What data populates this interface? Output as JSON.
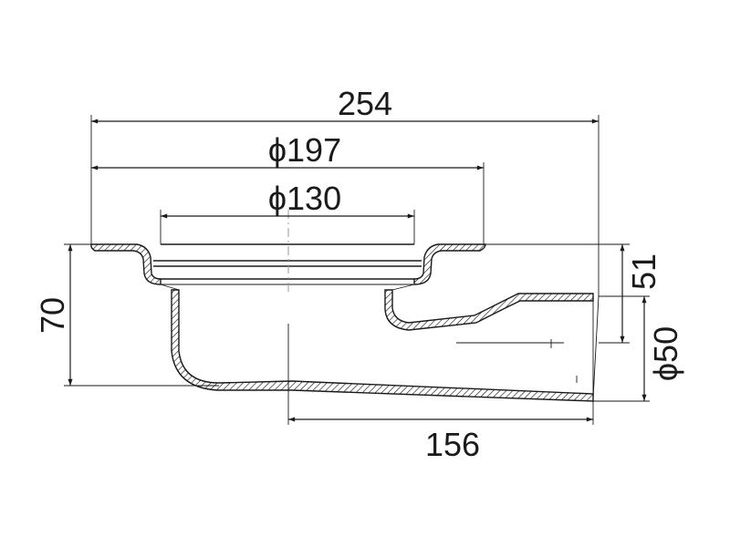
{
  "dimensions": {
    "overall_width": "254",
    "flange_diameter": "ϕ197",
    "inner_diameter": "ϕ130",
    "height": "70",
    "outlet_height": "51",
    "outlet_diameter": "ϕ50",
    "outlet_length": "156"
  },
  "colors": {
    "line": "#1a1a1a",
    "background": "#ffffff"
  }
}
